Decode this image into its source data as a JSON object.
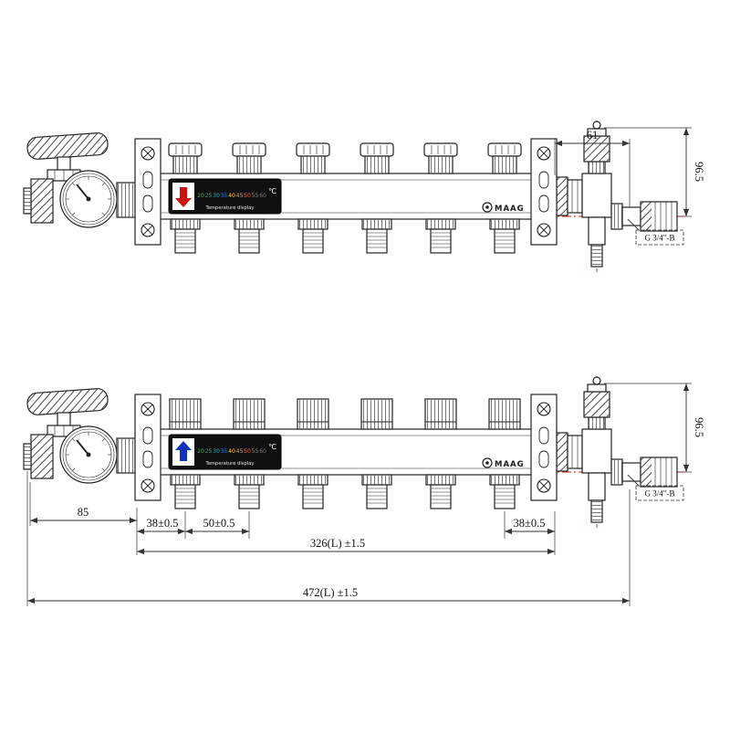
{
  "drawing": {
    "brand": "MAAG",
    "displays": {
      "unit": "℃",
      "label": "Temperature display",
      "scale_values": [
        "20",
        "25",
        "30",
        "35",
        "40",
        "45",
        "50",
        "55",
        "60"
      ],
      "scale_colors": [
        "#55aa55",
        "#33aa77",
        "#22aacc",
        "#2277dd",
        "#ffcc22",
        "#ff9922",
        "#ff6622",
        "#998888",
        "#887777"
      ],
      "top": {
        "arrow": "down",
        "arrow_color": "#cc1111"
      },
      "bottom": {
        "arrow": "up",
        "arrow_color": "#1133bb"
      }
    },
    "dimensions": {
      "d61": "61",
      "d965_top": "96.5",
      "d965_bottom": "96.5",
      "d85": "85",
      "d38_left": "38±0.5",
      "d50": "50±0.5",
      "d38_right": "38±0.5",
      "d326": "326(L) ±1.5",
      "d472": "472(L) ±1.5",
      "thread_top": "G 3/4\"-B",
      "thread_bottom": "G 3/4\"-B"
    }
  }
}
